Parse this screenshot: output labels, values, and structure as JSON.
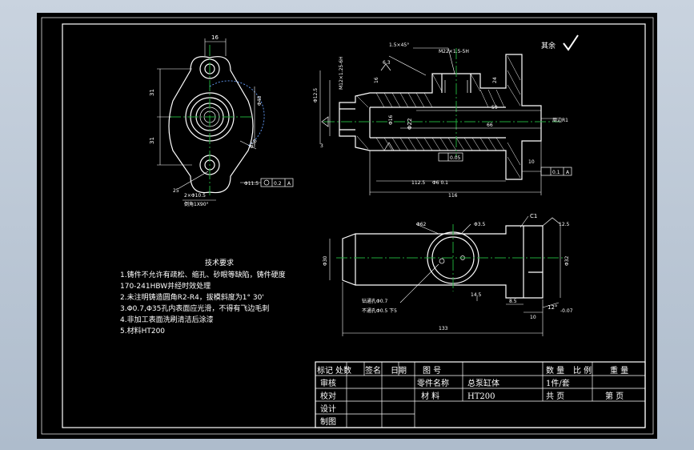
{
  "surface_mark": "其余",
  "tech_requirements": {
    "title": "技术要求",
    "items": [
      "1.铸件不允许有疏松、缩孔、砂眼等缺陷，铸件硬度",
      "170-241HBW并经时效处理",
      "2.未注明铸造圆角R2-R4，拔模斜度为1° 30'",
      "3.Φ0.7,Φ35孔内表面应光滑，不得有飞边毛刺",
      "4.非加工表面洗刷清洁后涂漆",
      "5.材料HT200"
    ]
  },
  "left_view_dims": {
    "top_width": "16",
    "left_upper": "31",
    "left_lower": "31",
    "right_vertical": "Φ48",
    "arc_dia": "Φ50",
    "hole_dia": "Φ11.5",
    "hole_tol": "0.2",
    "hole_tol_ref": "A",
    "angle": "25",
    "holes_note": "2×Φ10.5",
    "chamfer_note": "倒角1X90°"
  },
  "section_view_dims": {
    "chamfer_top": "1.5×45°",
    "thread": "M22×1.5-5H",
    "rough1": "6.3",
    "thread2": "M12×1.25-6H",
    "dia_left_a": "Φ12.5",
    "dia_left_b": "Φ16",
    "dia_main": "Φ22",
    "len_59": "59",
    "len_66": "66",
    "edge_round": "周边R1",
    "dim_3": "3",
    "dim_16": "16",
    "dim_24": "24",
    "dim_10": "10",
    "tol_box1": "0.05",
    "tol_box2": "0.1",
    "tol_ref": "A",
    "len_112": "112.5",
    "len_116": "116",
    "small_note": "Φ6 0.1"
  },
  "bottom_view_dims": {
    "chamfer": "C1",
    "dia_62": "Φ62",
    "dia_63": "Φ3.5",
    "left_h": "Φ30",
    "right_h": "Φ32",
    "drill_note": "钻通孔Φ0.7",
    "drill_note2": "不通孔Φ0.5 下5",
    "dim_14": "14.5",
    "dim_85": "8.5",
    "dim_10b": "10",
    "angle": "12°",
    "tol_007": "-0.07",
    "len_133": "133",
    "dim_right": "12.5"
  },
  "title_block": {
    "header_labels": [
      "标记",
      "处数",
      "签名",
      "日期"
    ],
    "row_labels": [
      "审核",
      "校对",
      "设计",
      "制图"
    ],
    "drawing_no_label": "图 号",
    "part_name_label": "零件名称",
    "part_name": "总泵缸体",
    "material_label": "材 料",
    "material": "HT200",
    "qty_label": "数 量",
    "qty": "1件/套",
    "scale_label": "比 例",
    "weight_label": "重 量",
    "total_label": "共 页",
    "page_label": "第 页"
  }
}
